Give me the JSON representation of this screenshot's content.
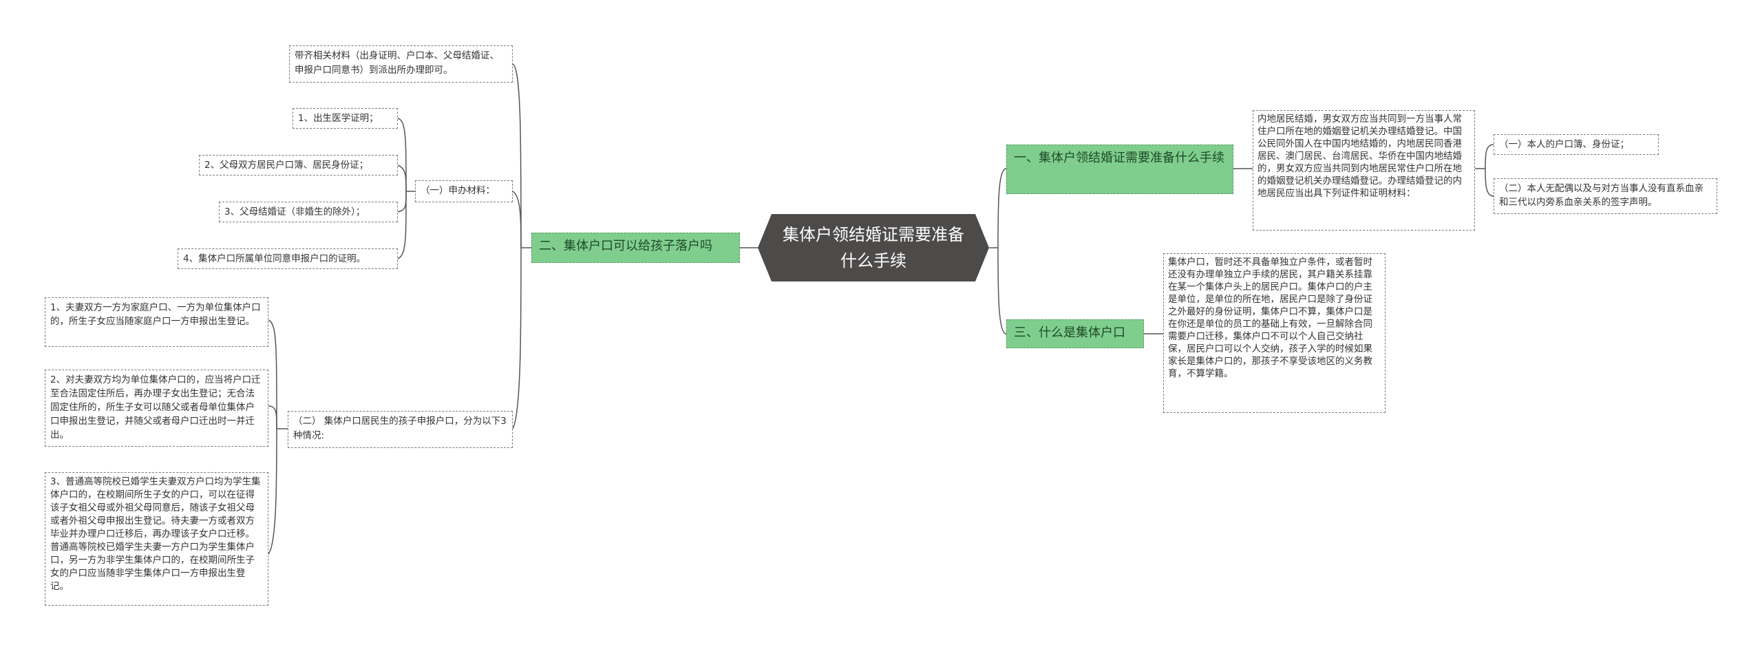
{
  "root": {
    "title": "集体户领结婚证需要准备什么手续"
  },
  "branches": {
    "b1": "一、集体户领结婚证需要准备什么手续",
    "b2": "二、集体户口可以给孩子落户吗",
    "b3": "三、什么是集体户口"
  },
  "b1_children": {
    "desc": "内地居民结婚，男女双方应当共同到一方当事人常住户口所在地的婚姻登记机关办理结婚登记。中国公民同外国人在中国内地结婚的，内地居民同香港居民、澳门居民、台湾居民、华侨在中国内地结婚的，男女双方应当共同到内地居民常住户口所在地的婚姻登记机关办理结婚登记。办理结婚登记的内地居民应当出具下列证件和证明材料：",
    "item1": "（一）本人的户口簿、身份证；",
    "item2": "（二）本人无配偶以及与对方当事人没有直系血亲和三代以内旁系血亲关系的签字声明。"
  },
  "b3_children": {
    "desc": "集体户口，暂时还不具备单独立户条件，或者暂时还没有办理单独立户手续的居民，其户籍关系挂靠在某一个集体户头上的居民户口。集体户口的户主是单位，是单位的所在地，居民户口是除了身份证之外最好的身份证明，集体户口不算，集体户口是在你还是单位的员工的基础上有效，一旦解除合同需要户口迁移，集体户口不可以个人自己交纳社保，居民户口可以个人交纳，孩子入学的时候如果家长是集体户口的，那孩子不享受该地区的义务教育，不算学籍。"
  },
  "b2_children": {
    "top": "带齐相关材料（出身证明、户口本、父母结婚证、申报户口同意书）到派出所办理即可。",
    "materials_label": "（一）申办材料：",
    "materials": [
      "1、出生医学证明；",
      "2、父母双方居民户口簿、居民身份证；",
      "3、父母结婚证（非婚生的除外）；",
      "4、集体户口所属单位同意申报户口的证明。"
    ],
    "cases_label": "（二） 集体户口居民生的孩子申报户口，分为以下3种情况:",
    "cases": [
      "1、夫妻双方一方为家庭户口、一方为单位集体户口的，所生子女应当随家庭户口一方申报出生登记。",
      "2、对夫妻双方均为单位集体户口的，应当将户口迁至合法固定住所后，再办理子女出生登记；无合法固定住所的，所生子女可以随父或者母单位集体户口申报出生登记，并随父或者母户口迁出时一并迁出。",
      "3、普通高等院校已婚学生夫妻双方户口均为学生集体户口的，在校期间所生子女的户口，可以在征得该子女祖父母或外祖父母同意后，随该子女祖父母或者外祖父母申报出生登记。待夫妻一方或者双方毕业并办理户口迁移后，再办理该子女户口迁移。普通高等院校已婚学生夫妻一方户口为学生集体户口，另一方为非学生集体户口的，在校期间所生子女的户口应当随非学生集体户口一方申报出生登记。"
    ]
  },
  "colors": {
    "branch_fill": "#7fce8e",
    "root_fill": "#4d4a4a",
    "line": "#555555"
  }
}
